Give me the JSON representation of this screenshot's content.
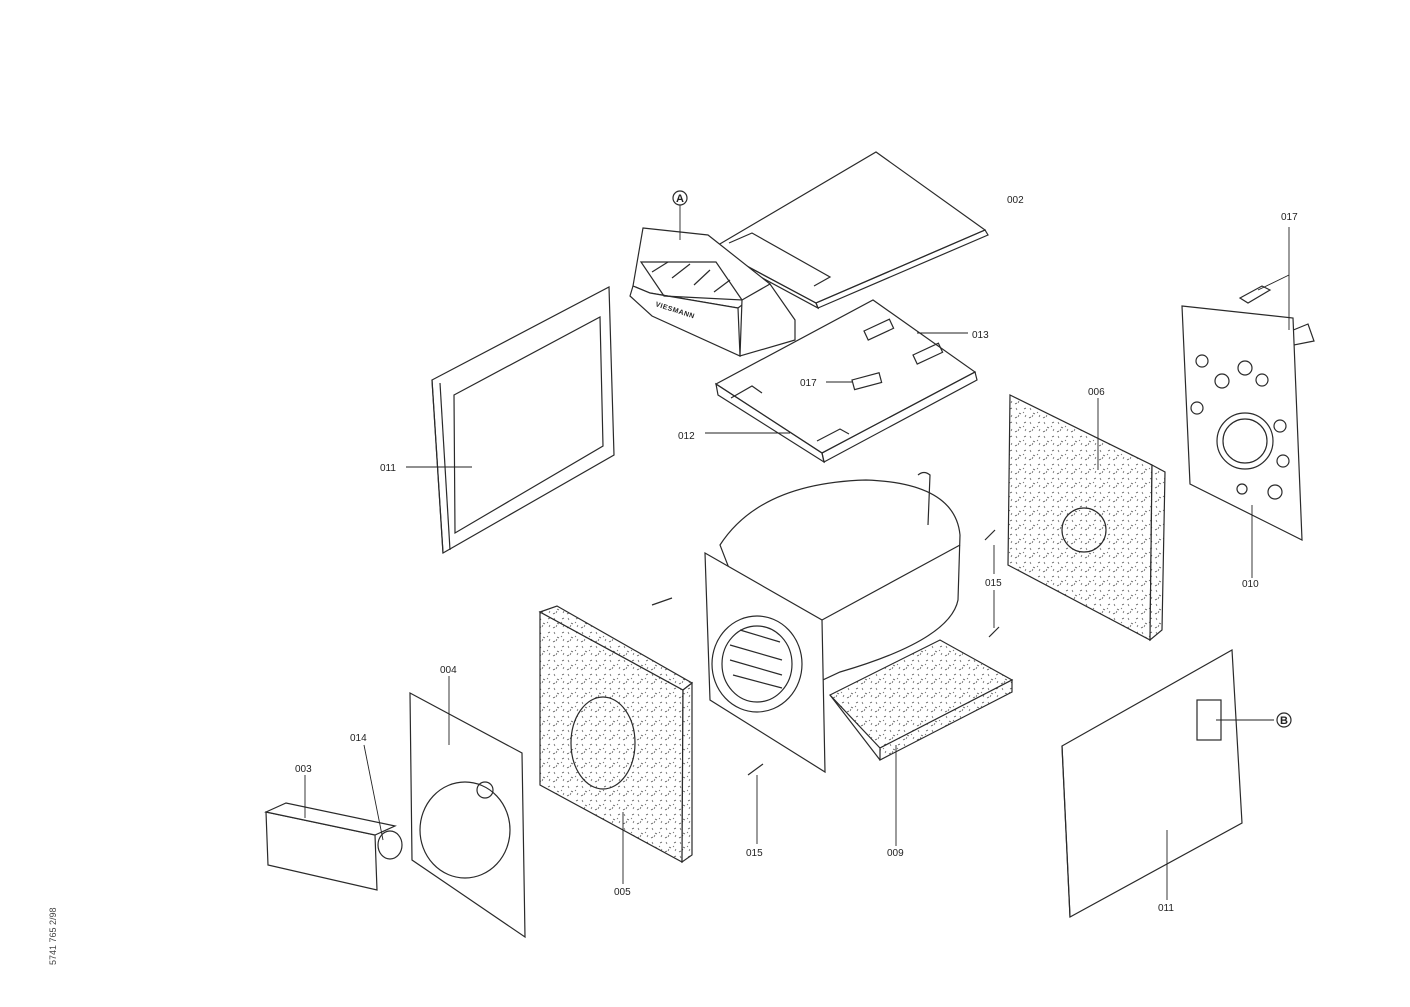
{
  "parts": [
    {
      "id": "p002",
      "label": "002"
    },
    {
      "id": "p003",
      "label": "003"
    },
    {
      "id": "p004",
      "label": "004"
    },
    {
      "id": "p005",
      "label": "005"
    },
    {
      "id": "p006",
      "label": "006"
    },
    {
      "id": "p009",
      "label": "009"
    },
    {
      "id": "p010",
      "label": "010"
    },
    {
      "id": "p011a",
      "label": "011"
    },
    {
      "id": "p011b",
      "label": "011"
    },
    {
      "id": "p012",
      "label": "012"
    },
    {
      "id": "p013",
      "label": "013"
    },
    {
      "id": "p014",
      "label": "014"
    },
    {
      "id": "p015a",
      "label": "015"
    },
    {
      "id": "p015b",
      "label": "015"
    },
    {
      "id": "p017a",
      "label": "017"
    },
    {
      "id": "p017b",
      "label": "017"
    }
  ],
  "callouts": [
    {
      "id": "A",
      "label": "A"
    },
    {
      "id": "B",
      "label": "B"
    }
  ],
  "brand_text": "VIESMANN",
  "side_code": "5741 765    2/98"
}
